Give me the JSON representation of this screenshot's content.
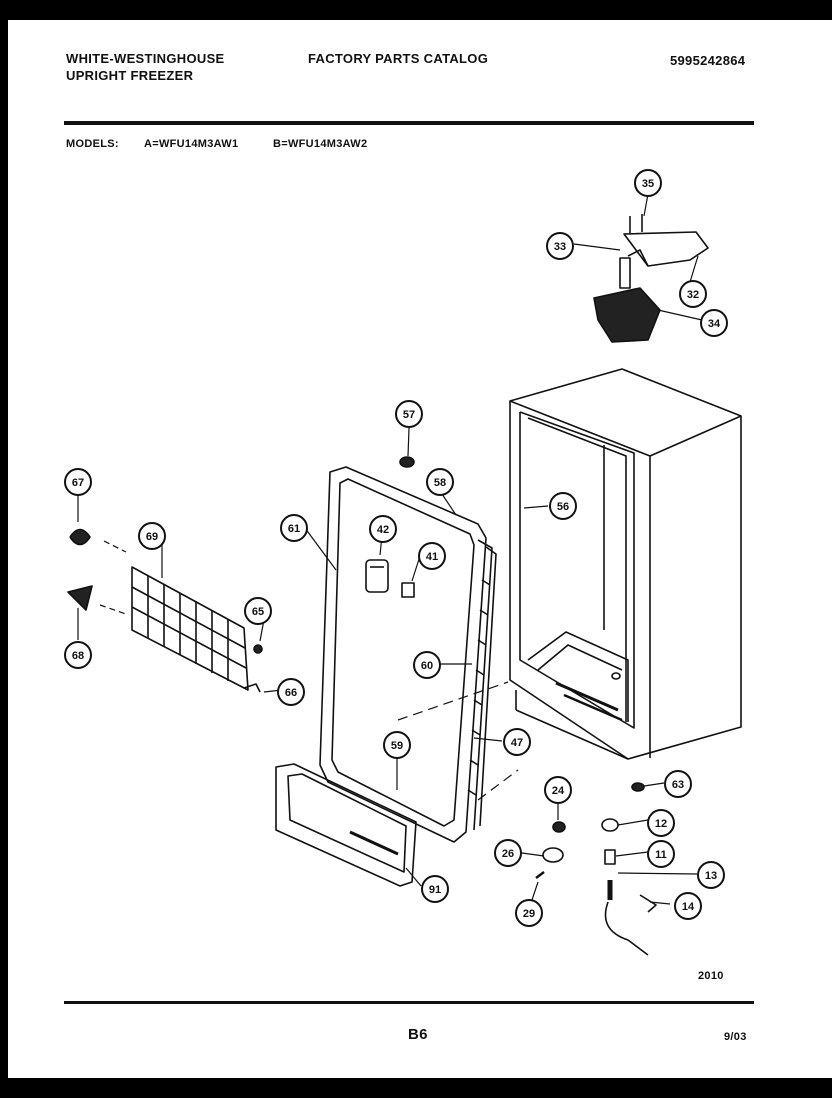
{
  "header": {
    "brand_line1": "WHITE-WESTINGHOUSE",
    "brand_line2": "UPRIGHT FREEZER",
    "catalog_title": "FACTORY PARTS CATALOG",
    "catalog_number": "5995242864"
  },
  "models": {
    "label": "MODELS:",
    "model_a": "A=WFU14M3AW1",
    "model_b": "B=WFU14M3AW2"
  },
  "callouts": [
    "35",
    "33",
    "32",
    "34",
    "57",
    "58",
    "56",
    "67",
    "61",
    "42",
    "41",
    "69",
    "65",
    "68",
    "60",
    "66",
    "59",
    "47",
    "63",
    "24",
    "12",
    "26",
    "11",
    "13",
    "29",
    "14",
    "91"
  ],
  "figure_number": "2010",
  "footer": {
    "page_number": "B6",
    "date": "9/03"
  },
  "icons": {
    "cabinet": "freezer-cabinet-drawing",
    "door": "door-liner-drawing",
    "grille": "grille-drawing",
    "drain": "drain-tube-drawing",
    "thermostat": "thermostat-bracket-drawing"
  }
}
